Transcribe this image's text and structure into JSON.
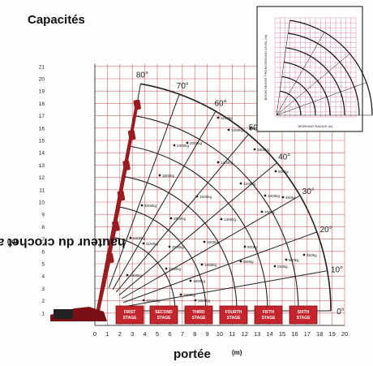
{
  "title": "Capacités",
  "y_axis_label": "hauteur du crochet au dessus du sol",
  "y_axis_unit": "(m)",
  "x_axis_label": "portée",
  "x_axis_unit": "(m)",
  "colors": {
    "grid": "#c9333d",
    "boom": "#9a1c22",
    "arc": "#222222",
    "background": "#fdfdfc"
  },
  "x_ticks": [
    "0",
    "1",
    "2",
    "3",
    "4",
    "5",
    "6",
    "7",
    "8",
    "9",
    "10",
    "11",
    "12",
    "13",
    "14",
    "15",
    "16",
    "17",
    "18",
    "19",
    "20"
  ],
  "y_ticks": [
    "1",
    "2",
    "3",
    "4",
    "5",
    "6",
    "7",
    "8",
    "9",
    "10",
    "11",
    "12",
    "13",
    "14",
    "15",
    "16",
    "17",
    "18",
    "19",
    "20",
    "21"
  ],
  "angle_labels": [
    "80°",
    "70°",
    "60°",
    "50°",
    "40°",
    "30°",
    "20°",
    "10°",
    "0°"
  ],
  "stage_labels": [
    "FIRST STAGE",
    "SECOND STAGE",
    "THIRD STAGE",
    "FOURTH STAGE",
    "FIFTH STAGE",
    "SIXTH STAGE"
  ],
  "load_labels": [
    "1100kg",
    "1000kg",
    "900kg",
    "2000kg",
    "1800kg",
    "600kg",
    "2300kg",
    "1400kg",
    "1200kg",
    "1000kg",
    "450kg",
    "1800kg",
    "4000kg",
    "1600kg",
    "1300kg",
    "700kg",
    "6000kg",
    "2900kg",
    "1500kg",
    "900kg",
    "4150kg",
    "2500kg",
    "1800kg",
    "800kg",
    "800kg",
    "450kg",
    "250kg",
    "4800kg",
    "3200kg",
    "1800kg",
    "3200kg",
    "10000kg",
    "1800kg"
  ],
  "inset": {
    "y_label": "BOOM HEIGHT FROM GROUND LEVEL (m)",
    "x_label": "WORKING RADIUS (m)"
  },
  "chart_data": {
    "type": "load-chart",
    "x_range": [
      0,
      20
    ],
    "y_range": [
      0,
      21
    ],
    "boom_extensions_m": [
      6,
      9,
      12,
      15,
      18,
      21
    ],
    "arc_radii_m": [
      7,
      10,
      13,
      16,
      19
    ],
    "angles_deg": [
      80,
      70,
      60,
      50,
      40,
      30,
      20,
      10,
      0
    ]
  }
}
